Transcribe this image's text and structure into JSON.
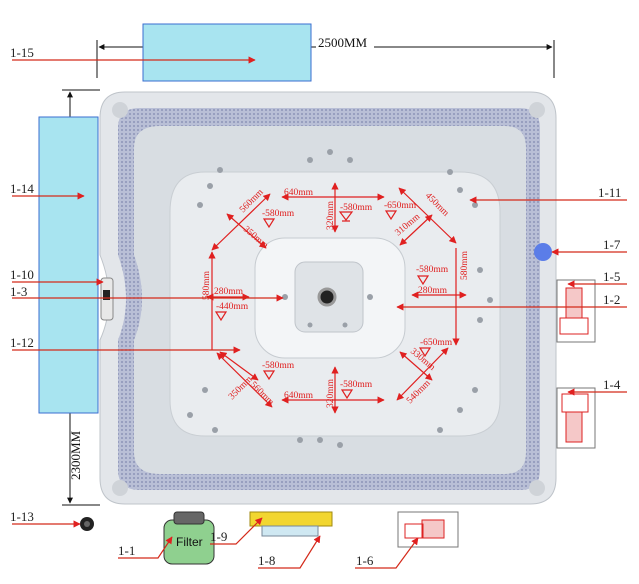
{
  "overall": {
    "width_label": "2500MM",
    "height_label": "2300MM"
  },
  "parts": {
    "p1_1": "1-1",
    "p1_2": "1-2",
    "p1_3": "1-3",
    "p1_4": "1-4",
    "p1_5": "1-5",
    "p1_6": "1-6",
    "p1_7": "1-7",
    "p1_8": "1-8",
    "p1_9": "1-9",
    "p1_10": "1-10",
    "p1_11": "1-11",
    "p1_12": "1-12",
    "p1_13": "1-13",
    "p1_14": "1-14",
    "p1_15": "1-15"
  },
  "filter_label": "Filter",
  "measurements": {
    "top_width": "640mm",
    "top_depth": "320mm",
    "top_height": "-580mm",
    "tl_a": "560mm",
    "tl_b": "350mm",
    "tl_height": "-580mm",
    "tr_a": "450mm",
    "tr_b": "310mm",
    "tr_height": "-650mm",
    "left_len": "580mm",
    "left_width": "280mm",
    "left_height": "-440mm",
    "right_len": "580mm",
    "right_width": "280mm",
    "right_height": "-580mm",
    "bl_a": "350mm",
    "bl_b": "560mm",
    "bl_height": "-580mm",
    "bottom_width": "640mm",
    "bottom_depth": "320mm",
    "bottom_height": "-580mm",
    "br_a": "330mm",
    "br_b": "540mm",
    "br_height": "-650mm"
  },
  "colors": {
    "panel": "#a8e4f0",
    "dimension": "#e02020",
    "tub": "#dde3e8",
    "blue_dot": "#5b7de8"
  }
}
